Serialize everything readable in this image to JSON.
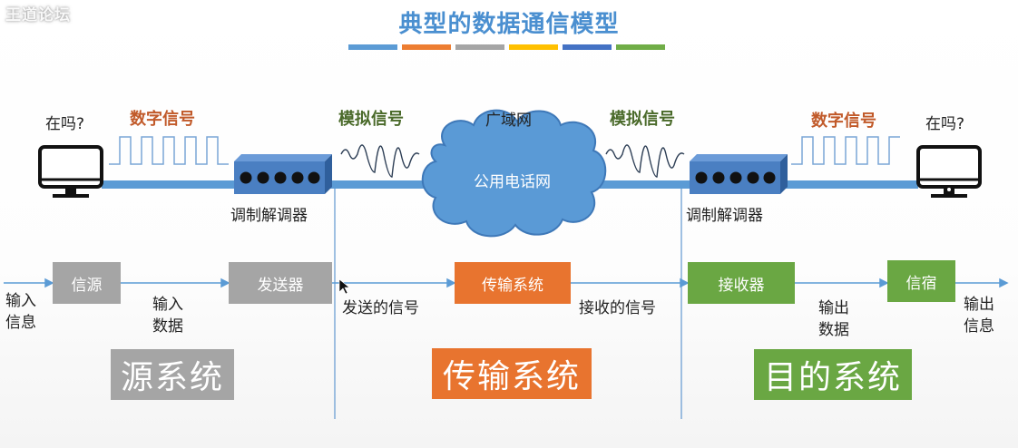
{
  "watermark": "王道论坛",
  "title": "典型的数据通信模型",
  "color_bar": [
    "#5b9bd5",
    "#ed7d31",
    "#a5a5a5",
    "#ffc000",
    "#4472c4",
    "#70ad47"
  ],
  "top_row": {
    "left_computer_label": "在吗?",
    "right_computer_label": "在吗?",
    "left_digital_signal": "数字信号",
    "right_digital_signal": "数字信号",
    "left_analog_signal": "模拟信号",
    "right_analog_signal": "模拟信号",
    "wan_label": "广域网",
    "cloud_label": "公用电话网",
    "left_modem_label": "调制解调器",
    "right_modem_label": "调制解调器"
  },
  "flow": {
    "input_info": [
      "输入",
      "信息"
    ],
    "source": "信源",
    "input_data": [
      "输入",
      "数据"
    ],
    "transmitter": "发送器",
    "sent_signal": "发送的信号",
    "transmission_system": "传输系统",
    "received_signal": "接收的信号",
    "receiver": "接收器",
    "output_data": [
      "输出",
      "数据"
    ],
    "destination": "信宿",
    "output_info": [
      "输出",
      "信息"
    ]
  },
  "systems": {
    "source_system": "源系统",
    "transmission_system": "传输系统",
    "destination_system": "目的系统"
  },
  "colors": {
    "title": "#4a8fd0",
    "gray": "#a5a5a5",
    "orange": "#e8742f",
    "green": "#6aa743",
    "line_blue": "#5b9bd5",
    "modem_blue": "#4a7fc2",
    "cloud_blue": "#5a9ad6"
  }
}
